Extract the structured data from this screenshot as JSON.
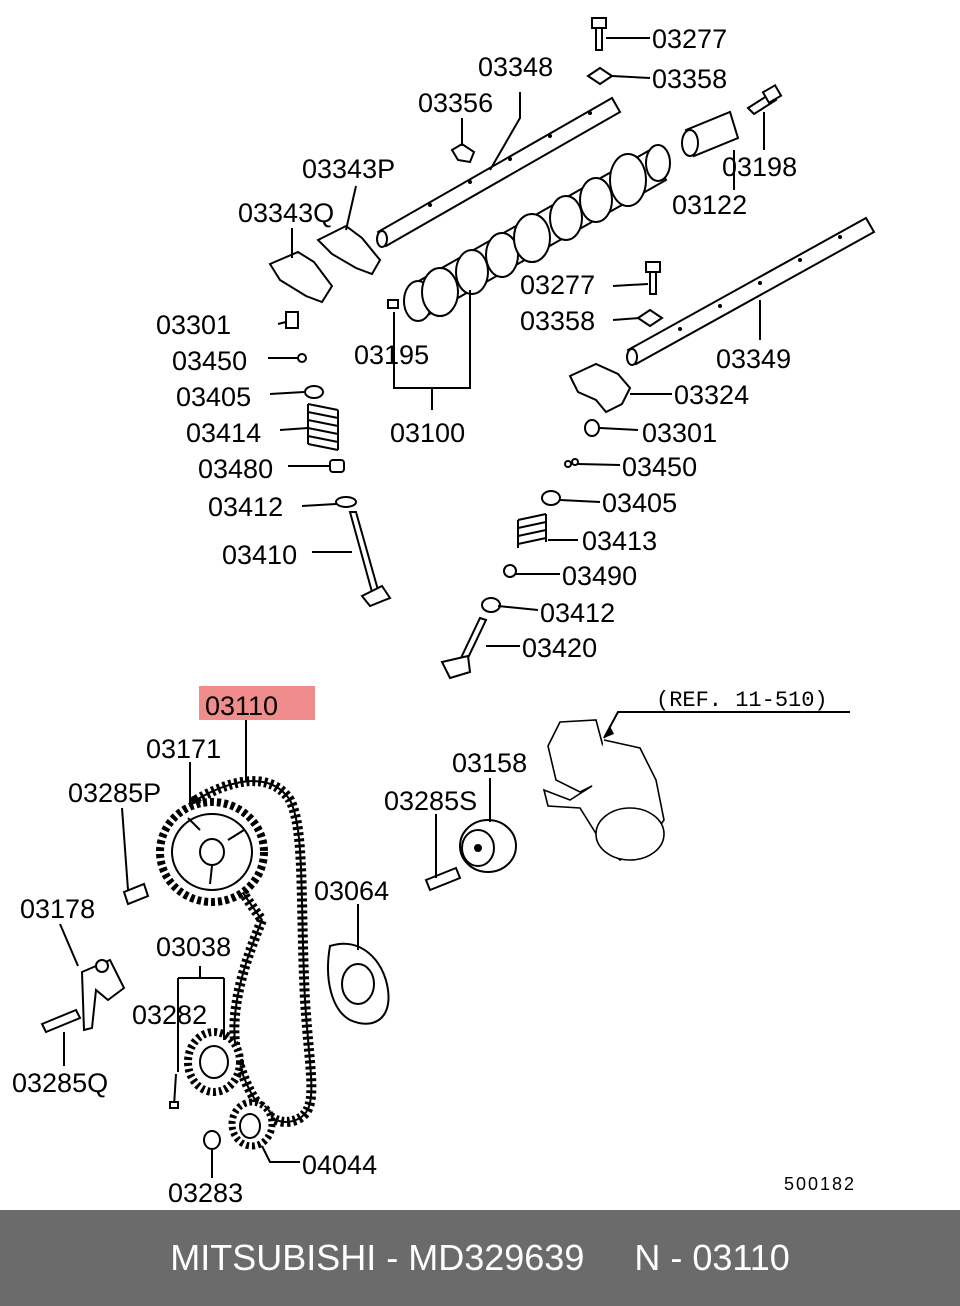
{
  "labels": {
    "p03277a": "03277",
    "p03358a": "03358",
    "p03348": "03348",
    "p03356": "03356",
    "p03198": "03198",
    "p03343P": "03343P",
    "p03122": "03122",
    "p03343Q": "03343Q",
    "p03277b": "03277",
    "p03358b": "03358",
    "p03301a": "03301",
    "p03450a": "03450",
    "p03195": "03195",
    "p03349": "03349",
    "p03405a": "03405",
    "p03324": "03324",
    "p03414": "03414",
    "p03100": "03100",
    "p03301b": "03301",
    "p03480": "03480",
    "p03450b": "03450",
    "p03412a": "03412",
    "p03405b": "03405",
    "p03413": "03413",
    "p03410": "03410",
    "p03490": "03490",
    "p03412b": "03412",
    "p03420": "03420",
    "p03110": "03110",
    "p03171": "03171",
    "p03158": "03158",
    "p03285P": "03285P",
    "p03285S": "03285S",
    "p03064": "03064",
    "p03178": "03178",
    "p03038": "03038",
    "p03282": "03282",
    "p03285Q": "03285Q",
    "p04044": "04044",
    "p03283": "03283"
  },
  "ref_note": "(REF. 11-510)",
  "diagram_code": "500182",
  "highlight_color": "#f08080",
  "footer": {
    "text": "MITSUBISHI - MD329639     N - 03110"
  }
}
